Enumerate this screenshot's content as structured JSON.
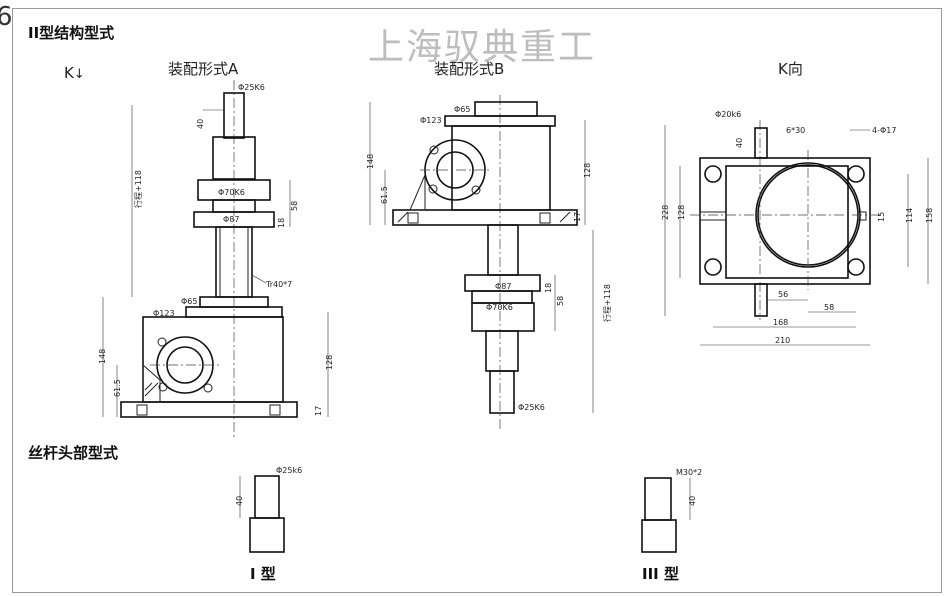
{
  "corner_number": "6",
  "watermark": "上海驭典重工",
  "section_type2_title": "II型结构型式",
  "section_head_title": "丝杆头部型式",
  "view_a_label": "装配形式A",
  "view_b_label": "装配形式B",
  "view_k_label": "K向",
  "k_arrow_label": "K",
  "type1_label": "I 型",
  "type3_label": "III 型",
  "dims_a": {
    "phi25": "Φ25K6",
    "len40": "40",
    "stroke": "行程+118",
    "phi70": "Φ70K6",
    "d58": "58",
    "phi87": "Φ87",
    "d18": "18",
    "tr": "Tr40*7",
    "phi65": "Φ65",
    "phi123": "Φ123",
    "h148": "148",
    "h61": "61.5",
    "h128": "128",
    "h17": "17"
  },
  "dims_b": {
    "phi65": "Φ65",
    "phi123": "Φ123",
    "h148": "148",
    "h61": "61.5",
    "h128": "128",
    "h17": "17",
    "phi87": "Φ87",
    "d18": "18",
    "phi70": "Φ70K6",
    "d58": "58",
    "stroke": "行程+118",
    "phi25": "Φ25K6"
  },
  "dims_k": {
    "phi20": "Φ20k6",
    "d6": "6*30",
    "holes": "4-Φ17",
    "d40": "40",
    "h228": "228",
    "h128": "128",
    "d15": "15",
    "h114": "114",
    "h158": "158",
    "d56": "56",
    "d58": "58",
    "d168": "168",
    "d210": "210"
  },
  "dims_heads": {
    "t1_phi": "Φ25k6",
    "t1_len": "40",
    "t3_thread": "M30*2",
    "t3_len": "40"
  }
}
